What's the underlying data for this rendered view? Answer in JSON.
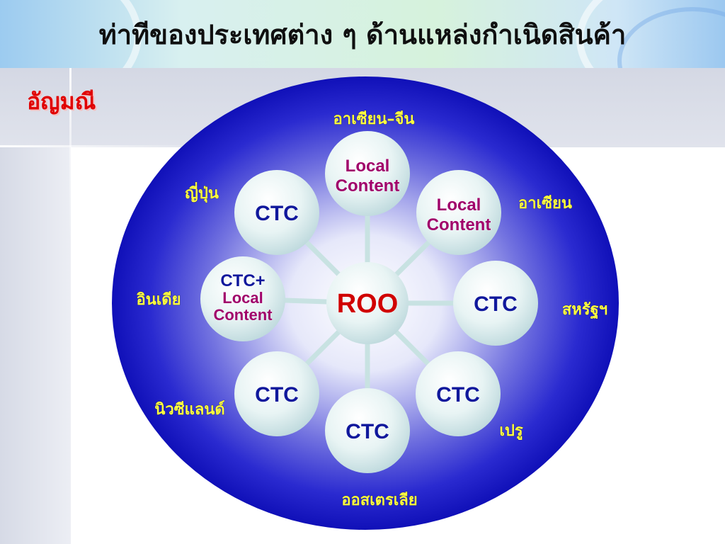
{
  "title": "ท่าทีของประเทศต่าง ๆ ด้านแหล่งกำเนิดสินค้า",
  "subtitle": "อัญมณี",
  "center": {
    "label": "ROO"
  },
  "nodes": [
    {
      "id": "asean-china",
      "lines": [
        "Local",
        "Content"
      ],
      "style": "local"
    },
    {
      "id": "asean",
      "lines": [
        "Local",
        "Content"
      ],
      "style": "local"
    },
    {
      "id": "usa",
      "lines": [
        "CTC"
      ],
      "style": "ctc"
    },
    {
      "id": "peru",
      "lines": [
        "CTC"
      ],
      "style": "ctc"
    },
    {
      "id": "australia",
      "lines": [
        "CTC"
      ],
      "style": "ctc"
    },
    {
      "id": "new-zealand",
      "lines": [
        "CTC"
      ],
      "style": "ctc"
    },
    {
      "id": "india",
      "lines": [
        "CTC+",
        "Local",
        "Content"
      ],
      "style": "mixed"
    },
    {
      "id": "japan",
      "lines": [
        "CTC"
      ],
      "style": "ctc"
    }
  ],
  "countries": {
    "asean_china": "อาเซียน–จีน",
    "asean": "อาเซียน",
    "usa": "สหรัฐฯ",
    "peru": "เปรู",
    "australia": "ออสเตรเลีย",
    "new_zealand": "นิวซีแลนด์",
    "india": "อินเดีย",
    "japan": "ญี่ปุ่น"
  },
  "colors": {
    "ctc_text": "#10189c",
    "local_text": "#a0006a",
    "roo_text": "#d00000",
    "label_text": "#ffff40",
    "oval_edge": "#1010b8"
  }
}
